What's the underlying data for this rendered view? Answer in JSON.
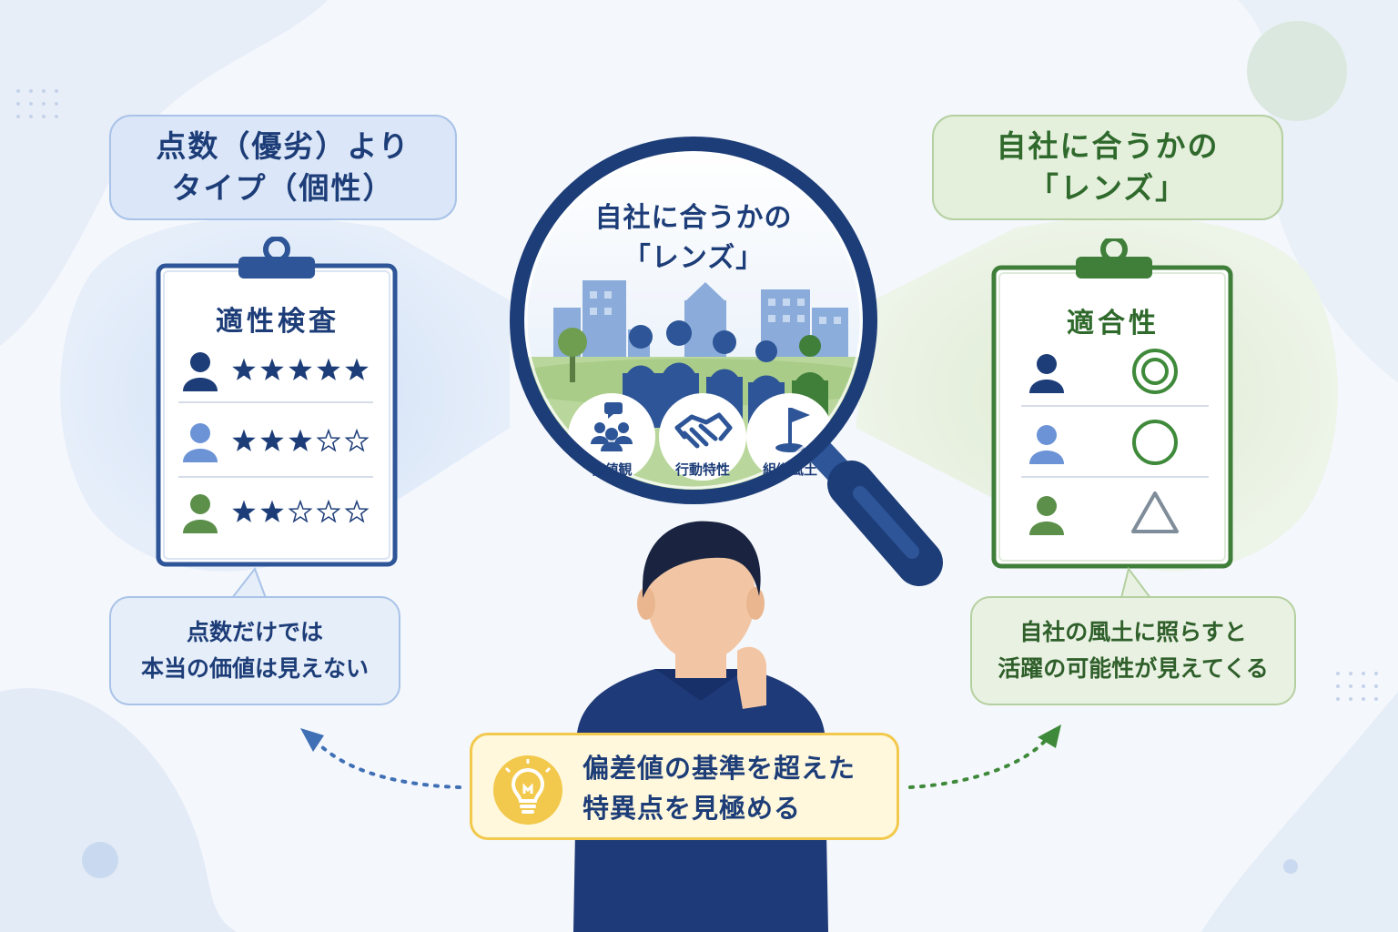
{
  "left_panel": {
    "title_line1": "点数（優劣）より",
    "title_line2": "タイプ（個性）",
    "card_title": "適性検査",
    "rows": [
      {
        "stars_filled": 5,
        "stars_total": 5,
        "color": "#1d3d78"
      },
      {
        "stars_filled": 3,
        "stars_total": 5,
        "color": "#6b93d6"
      },
      {
        "stars_filled": 2,
        "stars_total": 5,
        "color": "#5b8f4a"
      }
    ],
    "note_line1": "点数だけでは",
    "note_line2": "本当の価値は見えない"
  },
  "center": {
    "lens_line1": "自社に合うかの",
    "lens_line2": "「レンズ」",
    "icons": [
      {
        "icon": "people-chat-icon",
        "label": "価値観"
      },
      {
        "icon": "handshake-icon",
        "label": "行動特性"
      },
      {
        "icon": "flag-icon",
        "label": "組織風土"
      }
    ],
    "insight_line1": "偏差値の基準を超えた",
    "insight_line2": "特異点を見極める"
  },
  "right_panel": {
    "title_line1": "自社に合うかの",
    "title_line2": "「レンズ」",
    "card_title": "適合性",
    "rows": [
      {
        "mark": "double-circle",
        "color": "#1d3d78"
      },
      {
        "mark": "circle",
        "color": "#6b93d6"
      },
      {
        "mark": "triangle",
        "color": "#5b8f4a"
      }
    ],
    "note_line1": "自社の風土に照らすと",
    "note_line2": "活躍の可能性が見えてくる"
  },
  "colors": {
    "navy": "#1d3d78",
    "blue_accent": "#3f6fb5",
    "green_accent": "#3f8a3a",
    "bulb_yellow": "#f2c94c"
  }
}
